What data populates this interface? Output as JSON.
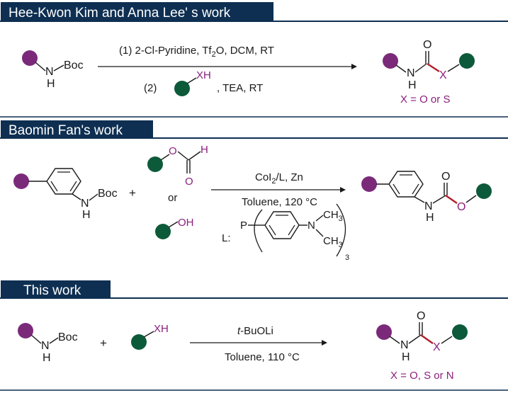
{
  "colors": {
    "header_bg": "#0e2f52",
    "purple": "#7b2a7a",
    "green": "#0d5a3a",
    "bond_red": "#b01f2a",
    "text": "#1a1a1a",
    "magenta_text": "#8a1f7d"
  },
  "section1": {
    "header": "Hee-Kwon Kim and Anna Lee' s work",
    "sm_group": "Boc",
    "sm_nh": "N",
    "sm_h": "H",
    "step1": "(1) 2-Cl-Pyridine, Tf",
    "step1_sub": "2",
    "step1_rest": "O, DCM, RT",
    "step2_prefix": "(2)",
    "reagent_xh": "XH",
    "step2_suffix": ", TEA, RT",
    "product_o": "O",
    "product_n": "N",
    "product_h": "H",
    "product_x": "X",
    "x_options": "X = O or S"
  },
  "section2": {
    "header": "Baomin Fan's work",
    "sm_group": "Boc",
    "sm_n": "N",
    "sm_h": "H",
    "plus": "+",
    "formate_o": "O",
    "formate_o2": "O",
    "formate_h": "H",
    "or": "or",
    "alcohol_oh": "OH",
    "cond_top": "CoI",
    "cond_top_sub": "2",
    "cond_top_rest": "/L, Zn",
    "cond_bottom": "Toluene, 120 °C",
    "ligand_label": "L:",
    "ligand_p": "P",
    "ligand_n": "N",
    "ligand_ch3_top": "CH",
    "ligand_ch3_top_sub": "3",
    "ligand_ch3_bot": "CH",
    "ligand_ch3_bot_sub": "3",
    "ligand_sub3": "3",
    "product_n": "N",
    "product_h": "H",
    "product_o_top": "O",
    "product_o": "O"
  },
  "section3": {
    "header": "This work",
    "sm_group": "Boc",
    "sm_n": "N",
    "sm_h": "H",
    "plus": "+",
    "reagent_xh": "XH",
    "cond_top_italic": "t",
    "cond_top": "-BuOLi",
    "cond_bottom": "Toluene, 110 °C",
    "product_o": "O",
    "product_n": "N",
    "product_h": "H",
    "product_x": "X",
    "x_options": "X = O, S or N"
  }
}
